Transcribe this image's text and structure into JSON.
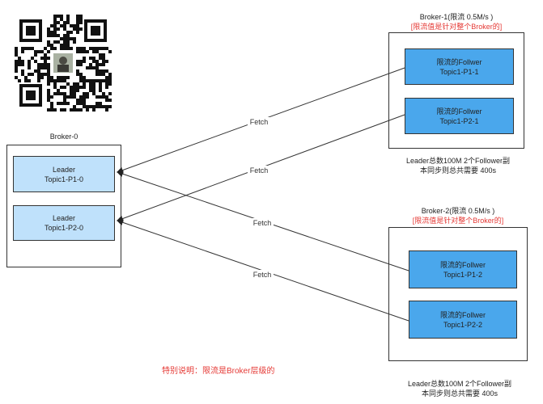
{
  "broker0": {
    "title": "Broker-0",
    "partitions": [
      {
        "role": "Leader",
        "topic": "Topic1-P1-0"
      },
      {
        "role": "Leader",
        "topic": "Topic1-P2-0"
      }
    ]
  },
  "broker1": {
    "title": "Broker-1(限流 0.5M/s )",
    "note": "[限流值是针对整个Broker的]",
    "partitions": [
      {
        "role": "限流的Follwer",
        "topic": "Topic1-P1-1"
      },
      {
        "role": "限流的Follwer",
        "topic": "Topic1-P2-1"
      }
    ],
    "summary_line1": "Leader总数100M 2个Follower副",
    "summary_line2": "本同步则总共需要 400s"
  },
  "broker2": {
    "title": "Broker-2(限流 0.5M/s )",
    "note": "[限流值是针对整个Broker的]",
    "partitions": [
      {
        "role": "限流的Follwer",
        "topic": "Topic1-P1-2"
      },
      {
        "role": "限流的Follwer",
        "topic": "Topic1-P2-2"
      }
    ],
    "summary_line1": "Leader总数100M 2个Follower副",
    "summary_line2": "本同步则总共需要 400s"
  },
  "edges": [
    {
      "label": "Fetch"
    },
    {
      "label": "Fetch"
    },
    {
      "label": "Fetch"
    },
    {
      "label": "Fetch"
    }
  ],
  "footnote": "特别说明：限流是Broker层级的",
  "colors": {
    "leader": "#bfe1fb",
    "follower": "#4aa7ec",
    "accent": "#e53935"
  }
}
